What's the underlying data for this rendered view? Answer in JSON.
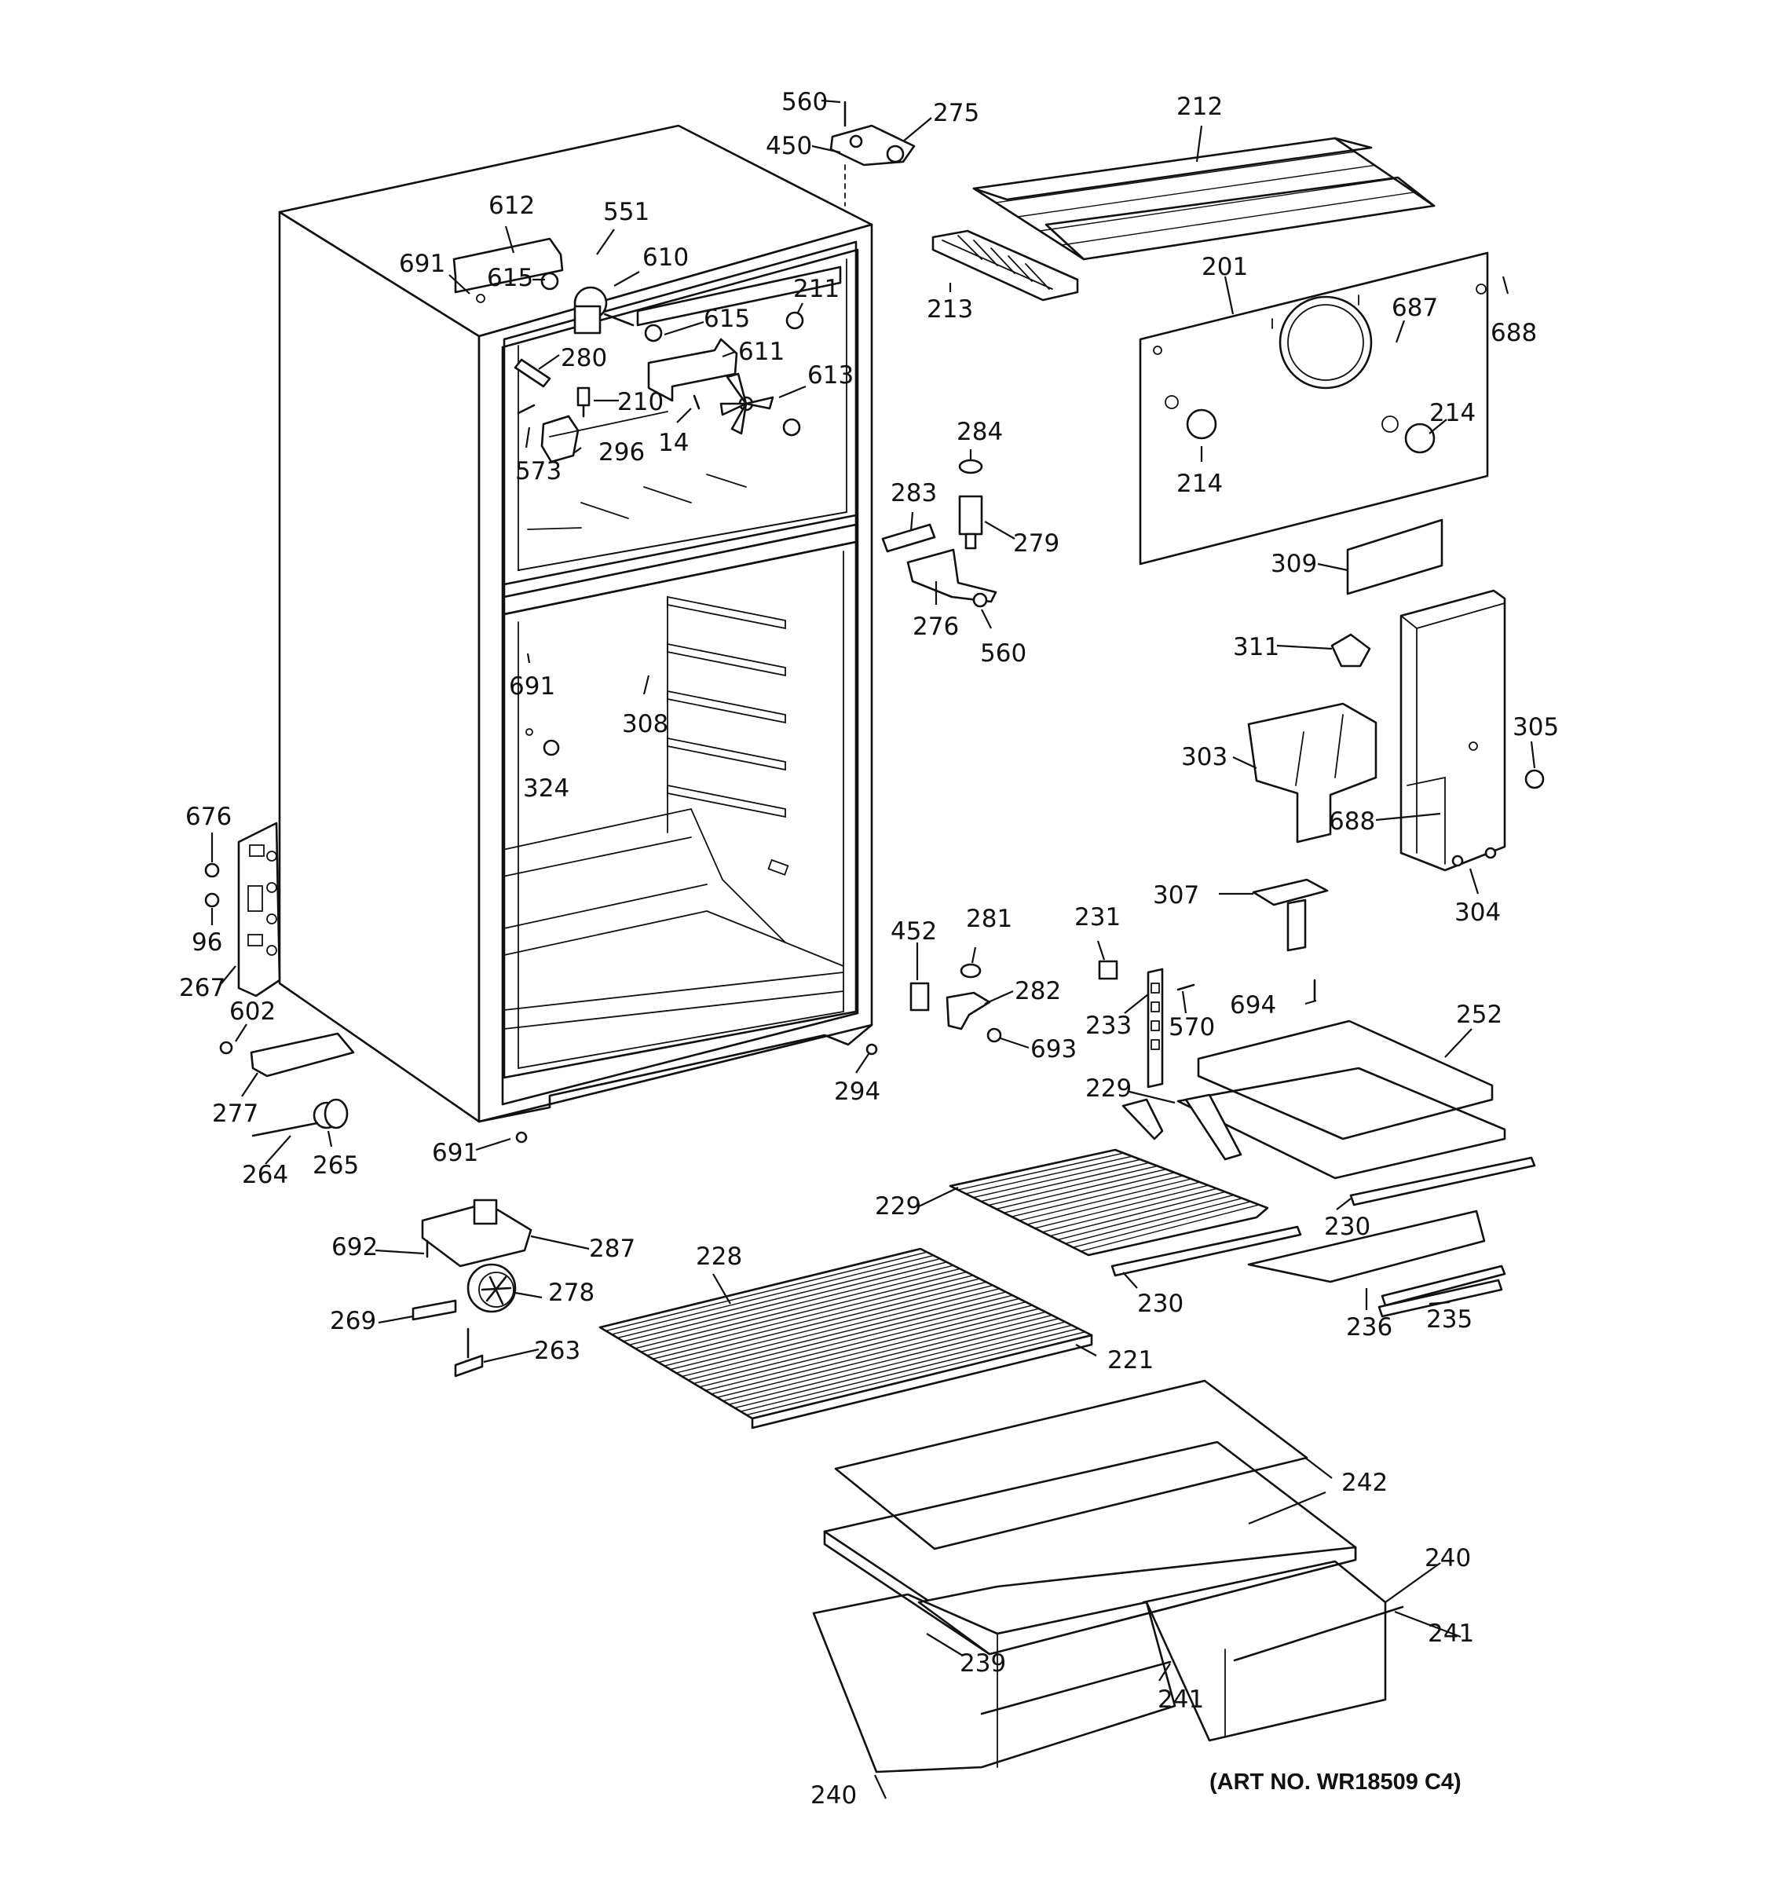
{
  "diagram": {
    "art_number": "(ART NO. WR18509 C4)",
    "labels": [
      "560",
      "450",
      "275",
      "212",
      "612",
      "551",
      "691",
      "615",
      "610",
      "211",
      "615",
      "280",
      "611",
      "210",
      "613",
      "573",
      "296",
      "14",
      "213",
      "201",
      "688",
      "687",
      "214",
      "214",
      "284",
      "283",
      "279",
      "309",
      "276",
      "560",
      "311",
      "691",
      "308",
      "324",
      "303",
      "305",
      "688",
      "304",
      "676",
      "96",
      "267",
      "602",
      "277",
      "264",
      "265",
      "691",
      "452",
      "281",
      "282",
      "693",
      "294",
      "231",
      "233",
      "570",
      "694",
      "252",
      "307",
      "229",
      "229",
      "230",
      "230",
      "236",
      "235",
      "692",
      "287",
      "269",
      "278",
      "263",
      "228",
      "221",
      "242",
      "240",
      "241",
      "239",
      "241",
      "240"
    ]
  }
}
